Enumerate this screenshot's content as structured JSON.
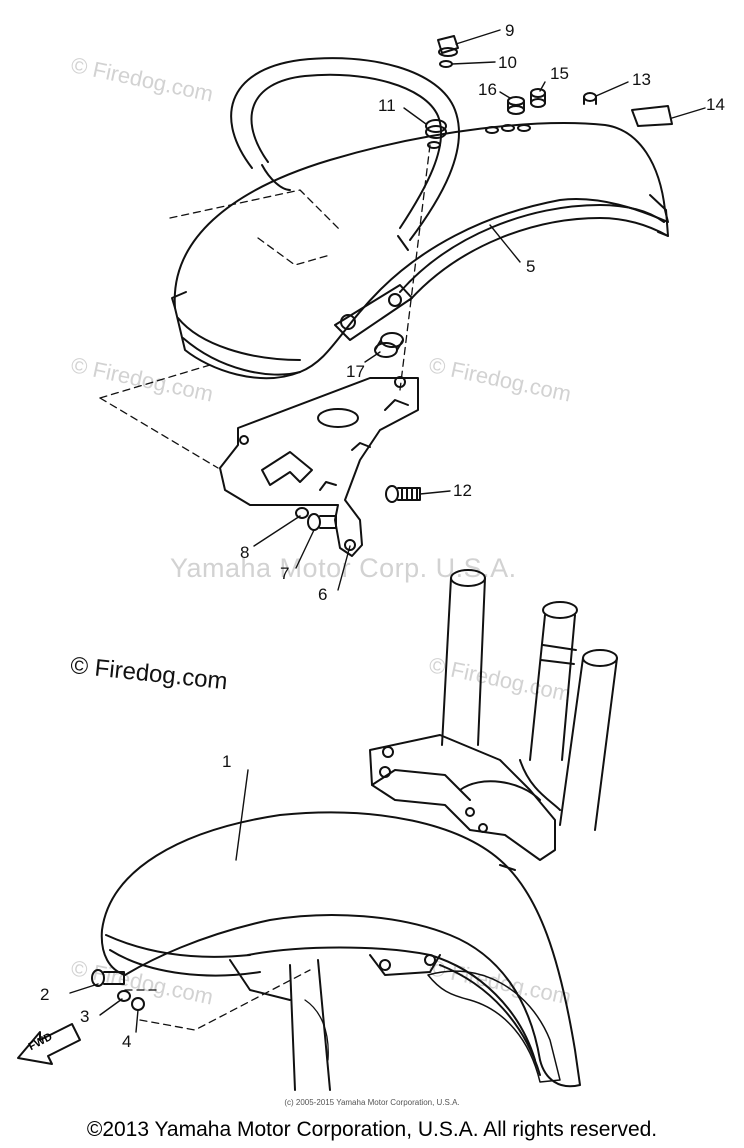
{
  "watermarks": {
    "firedog": "© Firedog.com",
    "yamaha": "Yamaha Motor Corp. U.S.A."
  },
  "callouts": [
    "1",
    "2",
    "3",
    "4",
    "5",
    "6",
    "7",
    "8",
    "9",
    "10",
    "11",
    "12",
    "13",
    "14",
    "15",
    "16",
    "17"
  ],
  "fwd_label": "FWD",
  "fine_print": "(c) 2005-2015 Yamaha Motor Corporation, U.S.A.",
  "copyright": "©2013 Yamaha Motor Corporation, U.S.A. All rights reserved."
}
